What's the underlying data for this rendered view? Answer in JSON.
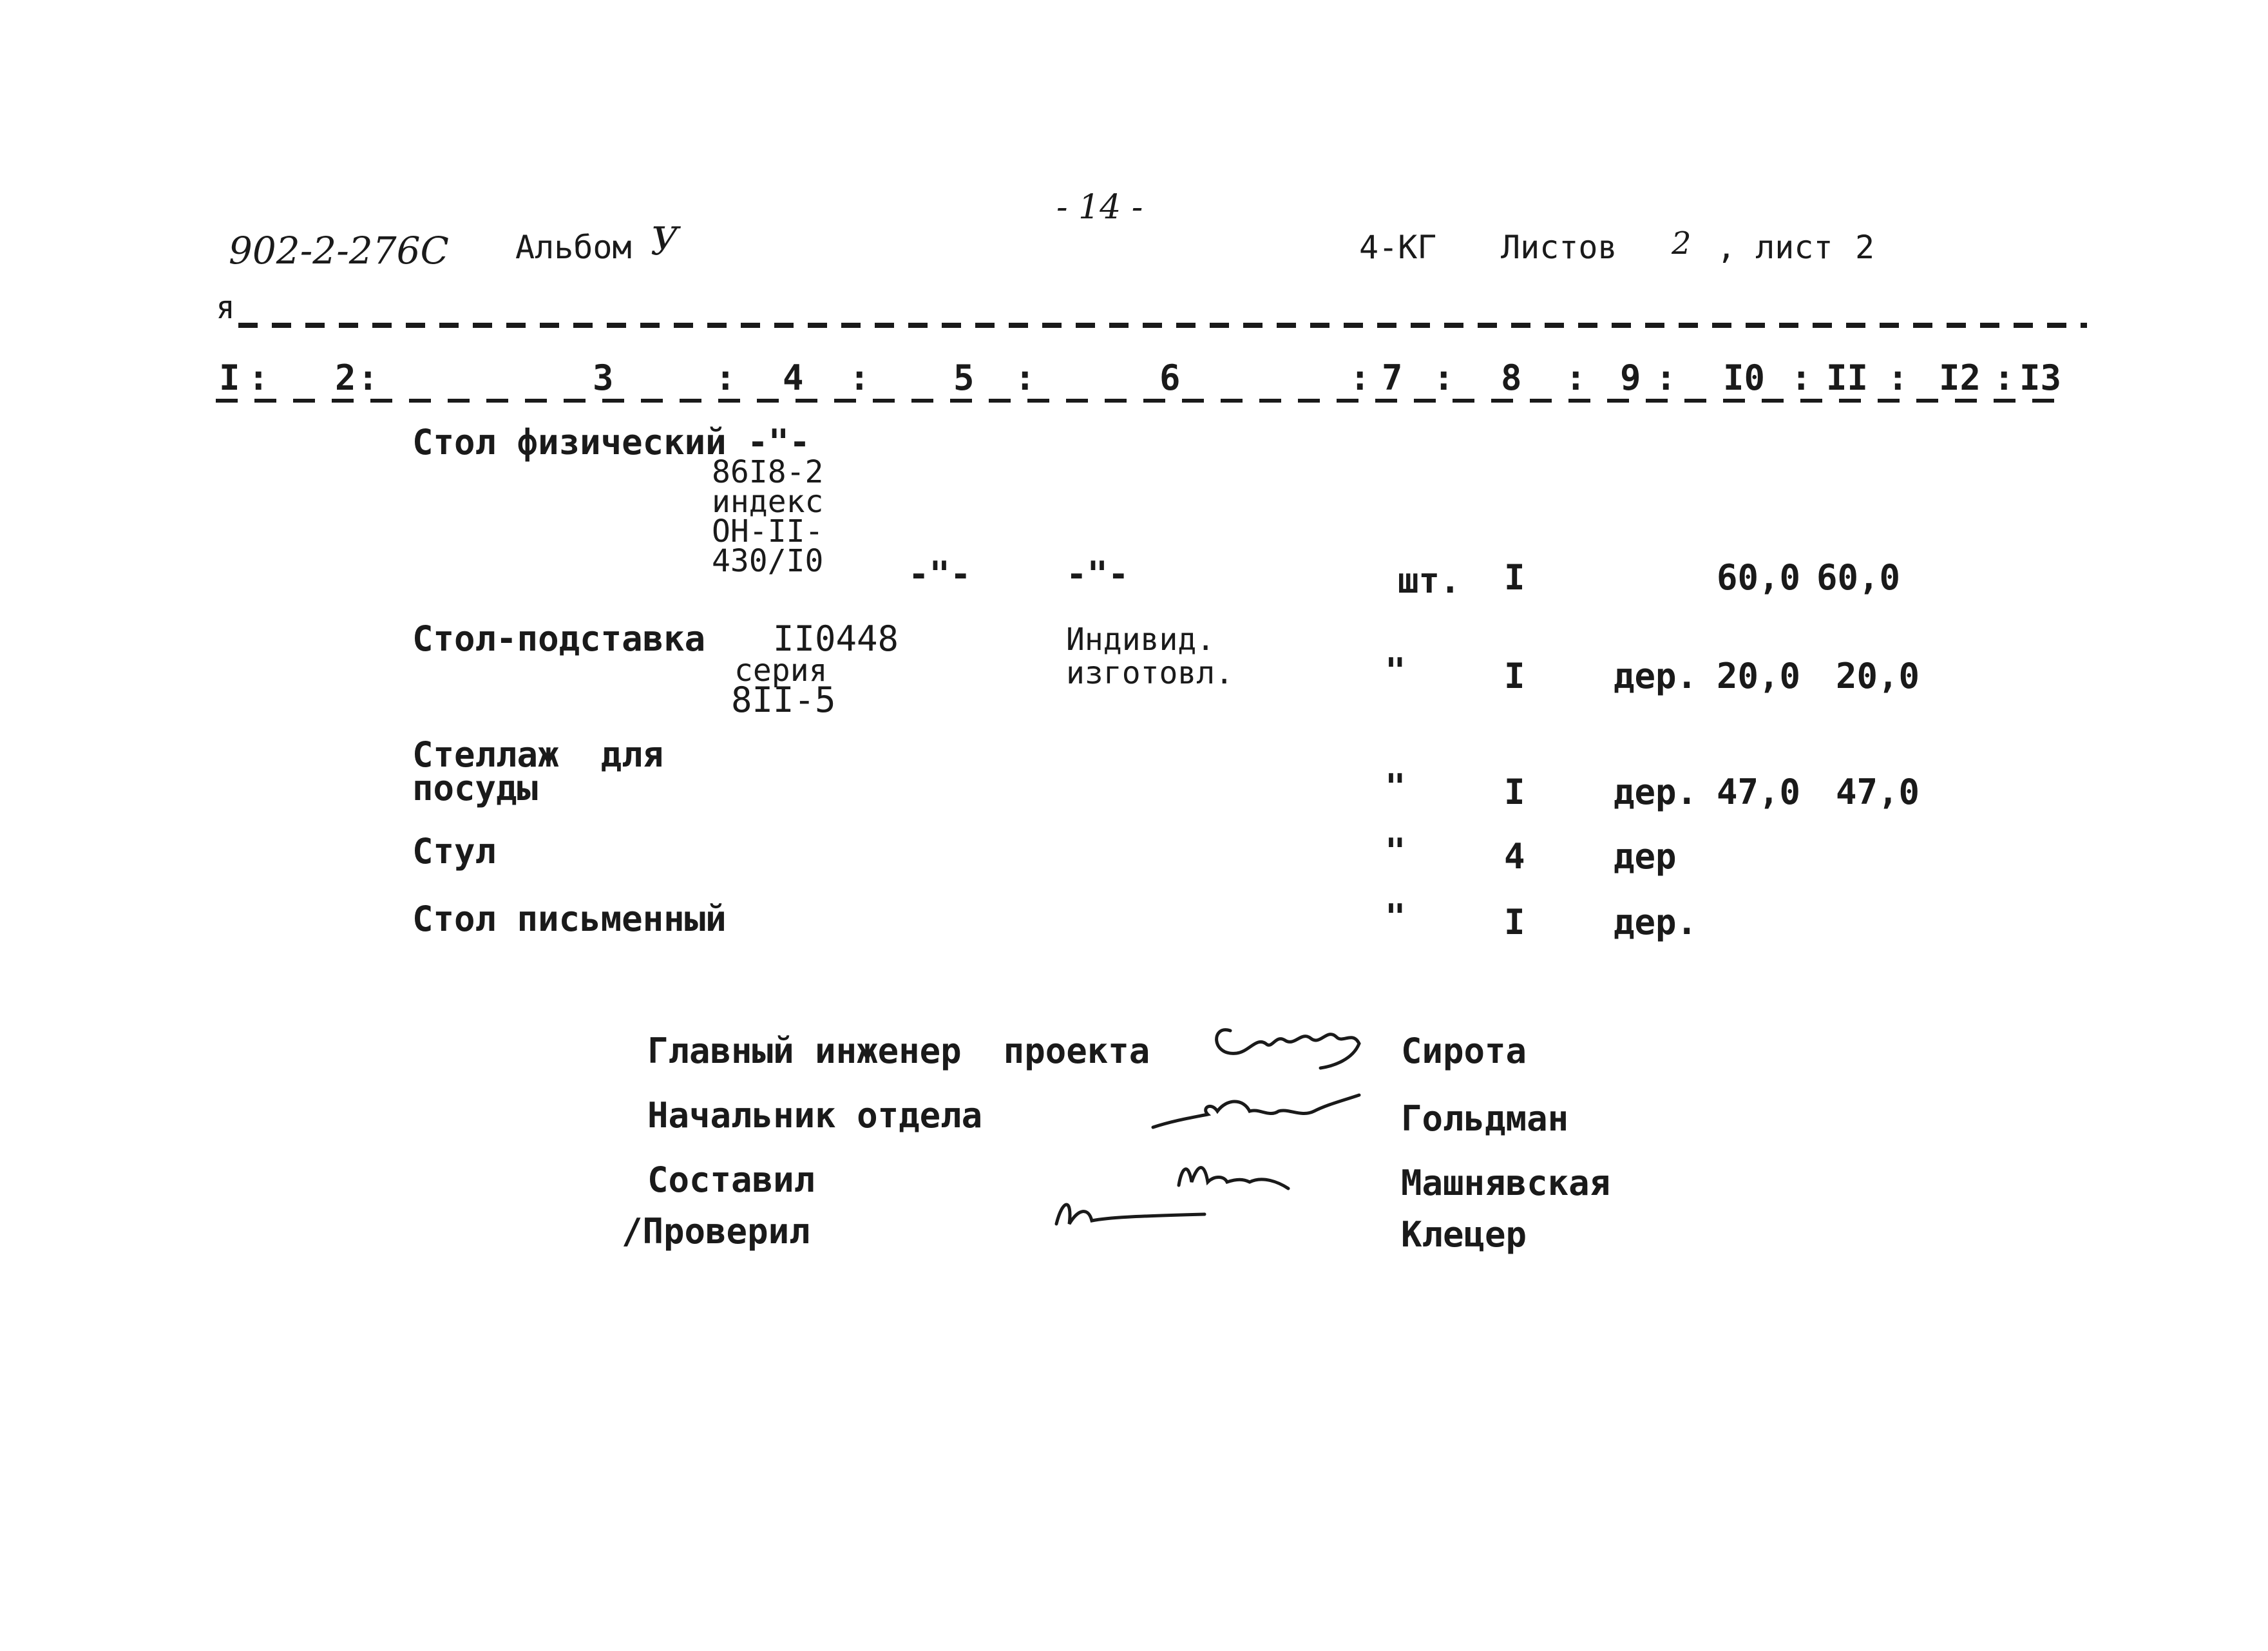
{
  "header": {
    "code": "902-2-276С",
    "album": "Альбом",
    "album_num": "У",
    "page_number": "- 14 -",
    "section": "4-КГ",
    "sheets_label": "Листов",
    "sheets_count": "2",
    "sheet_label": ", лист",
    "sheet_num": "2",
    "margin_mark": "я"
  },
  "columns": [
    "I",
    "2",
    "3",
    "4",
    "5",
    "6",
    "7",
    "8",
    "9",
    "I0",
    "II",
    "I2",
    "I3"
  ],
  "rows": [
    {
      "name": "Стол физический -\"-",
      "col4_lines": [
        "86I8-2",
        "индекс",
        "ОН-II-",
        "430/I0"
      ],
      "col5": "-\"-",
      "col6": "-\"-",
      "unit": "шт.",
      "qty": "I",
      "material": "",
      "price": "60,0",
      "total": "60,0"
    },
    {
      "name": "Стол-подставка",
      "col4_lines": [
        "II0448",
        "серия",
        "8II-5"
      ],
      "col6_lines": [
        "Индивид.",
        "изготовл."
      ],
      "unit": "\"",
      "qty": "I",
      "material": "дер.",
      "price": "20,0",
      "total": "20,0"
    },
    {
      "name_lines": [
        "Стеллаж  для",
        "посуды"
      ],
      "unit": "\"",
      "qty": "I",
      "material": "дер.",
      "price": "47,0",
      "total": "47,0"
    },
    {
      "name": "Стул",
      "unit": "\"",
      "qty": "4",
      "material": "дер"
    },
    {
      "name": "Стол письменный",
      "unit": "\"",
      "qty": "I",
      "material": "дер."
    }
  ],
  "signatures": [
    {
      "role": "Главный инженер  проекта",
      "name": "Сирота"
    },
    {
      "role": "Начальник отдела",
      "name": "Гольдман"
    },
    {
      "role": "Составил",
      "name": "Машнявская"
    },
    {
      "role": "/Проверил",
      "name": "Клецер"
    }
  ]
}
